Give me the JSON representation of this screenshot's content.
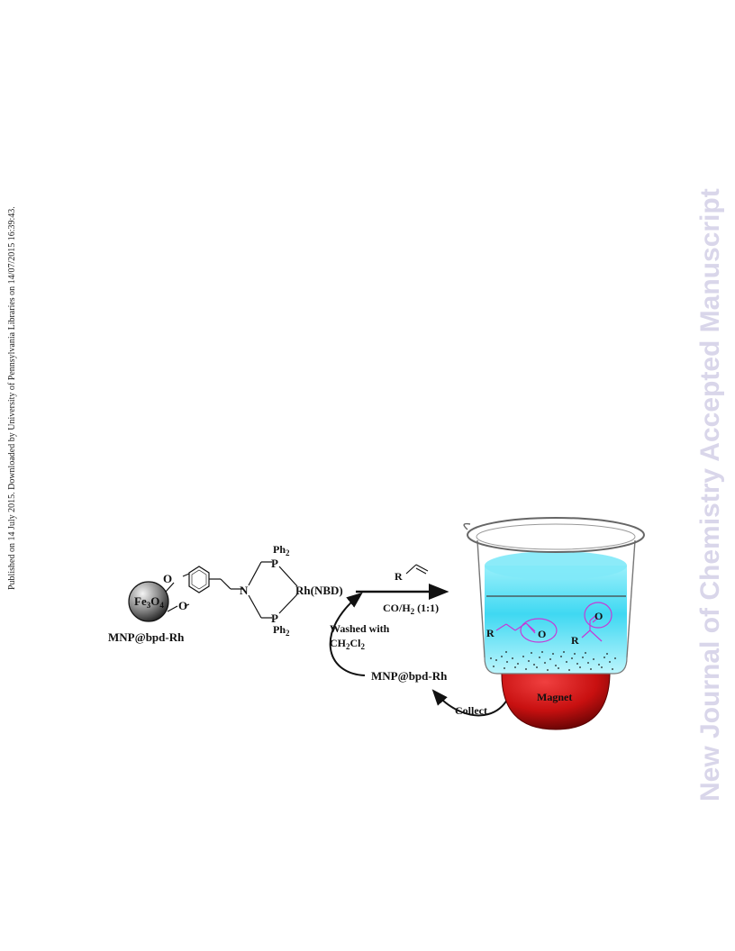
{
  "header": {
    "side_note": "Published on 14 July 2015. Downloaded by University of Pennsylvania Libraries on 14/07/2015 16:39:43.",
    "watermark": "New Journal of Chemistry Accepted Manuscript"
  },
  "scheme": {
    "catalyst_label": "MNP@bpd-Rh",
    "core": "Fe3O4",
    "atoms": {
      "oxygen": "O",
      "nitrogen": "N",
      "phosphorus": "P",
      "ph2": "Ph2",
      "rh": "Rh(NBD)",
      "r": "R"
    },
    "conditions": "CO/H2 (1:1)",
    "wash_line1": "Washed with",
    "wash_line2": "CH2Cl2",
    "recycled_label": "MNP@bpd-Rh",
    "collect": "Collect",
    "magnet": "Magnet",
    "colors": {
      "liquid": "#3fd8f2",
      "magnet": "#c81010",
      "product": "#c43ad6"
    }
  }
}
